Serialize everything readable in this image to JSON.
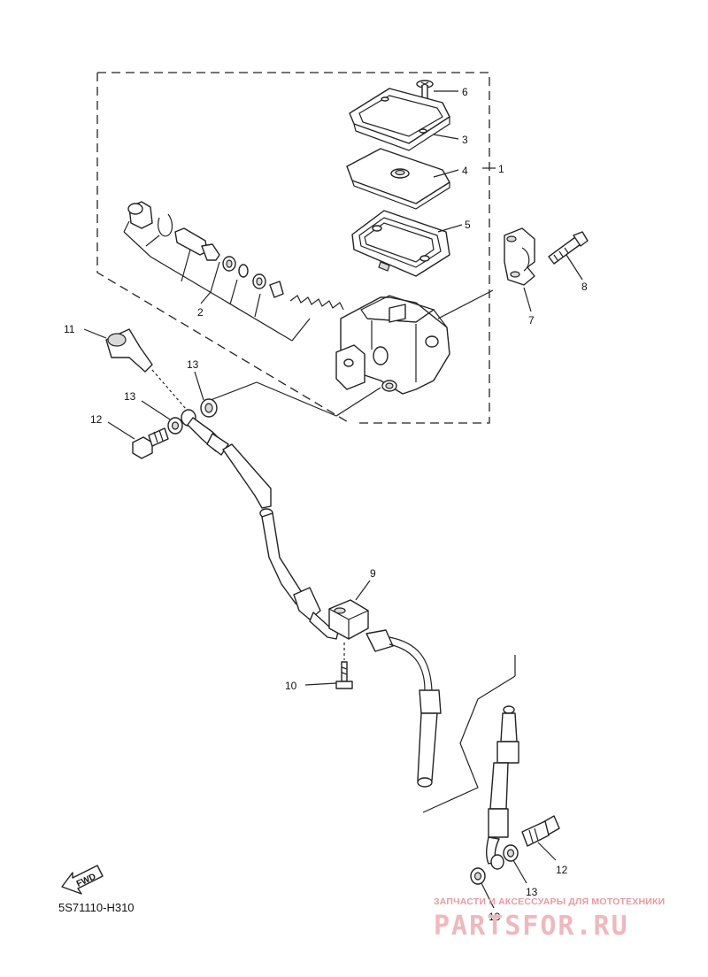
{
  "diagram_code": "5S71110-H310",
  "callouts": {
    "p1": "1",
    "p2": "2",
    "p3": "3",
    "p4": "4",
    "p5": "5",
    "p6": "6",
    "p7": "7",
    "p8": "8",
    "p9": "9",
    "p10": "10",
    "p11": "11",
    "p12a": "12",
    "p12b": "12",
    "p13a": "13",
    "p13b": "13",
    "p13c": "13",
    "p13d": "13"
  },
  "direction_label": "FWD",
  "watermark": {
    "tagline": "ЗАПЧАСТИ И АКСЕССУАРЫ ДЛЯ МОТОТЕХНИКИ",
    "brand": "PARTSFOR.RU"
  }
}
